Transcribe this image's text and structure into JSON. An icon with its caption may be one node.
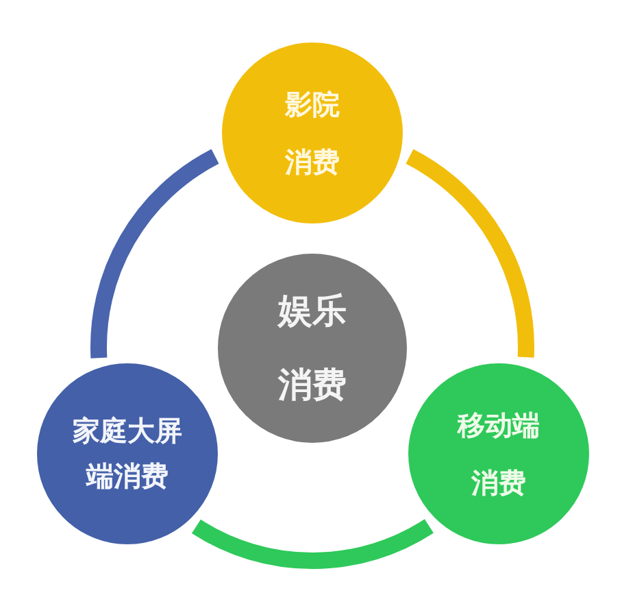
{
  "diagram": {
    "nodes": [
      {
        "text": [
          "影院消费"
        ]
      },
      {
        "text": [
          "娱乐消费"
        ]
      },
      {
        "text": [
          "家庭大屏端消费"
        ]
      },
      {
        "text": [
          "移动端消费"
        ]
      }
    ],
    "edges": [
      {
        "from": 2,
        "to": 0,
        "arrow": "none",
        "color": "#4a64ad"
      },
      {
        "from": 0,
        "to": 3,
        "arrow": "none",
        "color": "#f2be0c"
      },
      {
        "from": 3,
        "to": 2,
        "arrow": "none",
        "color": "#2ec95a"
      }
    ]
  }
}
